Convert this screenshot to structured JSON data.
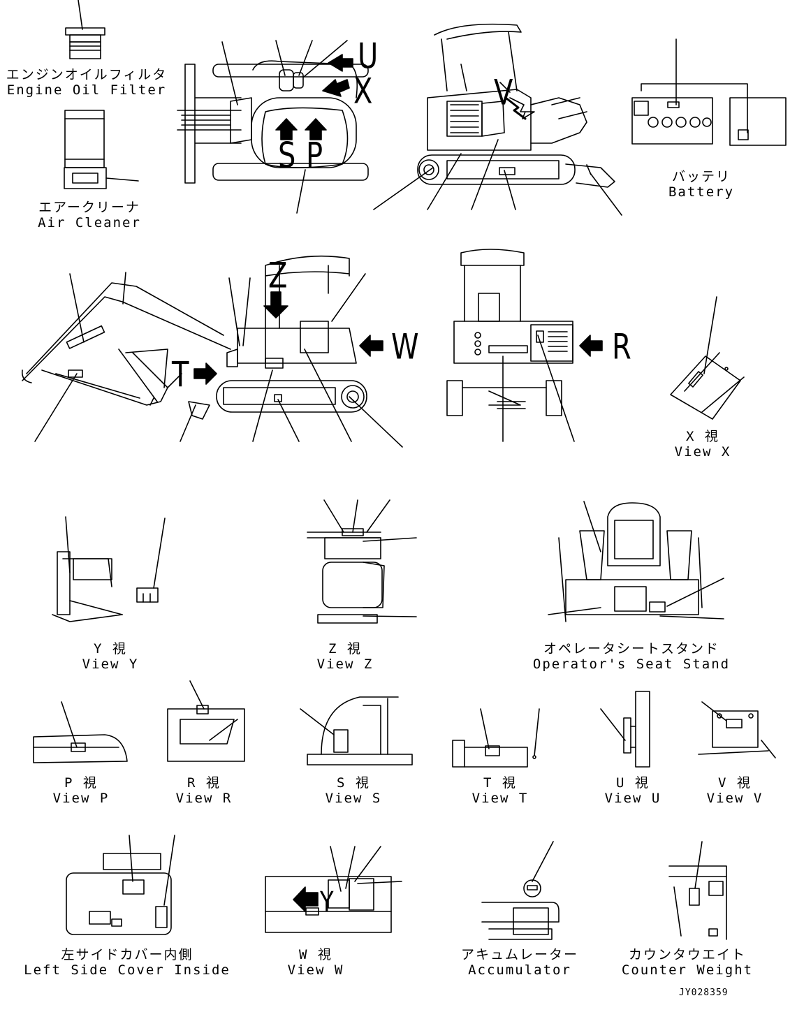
{
  "diagram": {
    "views": [
      {
        "id": "oil_filter",
        "jp": "エンジンオイルフィルタ",
        "en": "Engine Oil Filter"
      },
      {
        "id": "air_cleaner",
        "jp": "エアークリーナ",
        "en": "Air Cleaner"
      },
      {
        "id": "battery",
        "jp": "バッテリ",
        "en": "Battery"
      },
      {
        "id": "view_x",
        "jp": "X 視",
        "en": "View X"
      },
      {
        "id": "view_y",
        "jp": "Y 視",
        "en": "View Y"
      },
      {
        "id": "view_z",
        "jp": "Z 視",
        "en": "View Z"
      },
      {
        "id": "seat_stand",
        "jp": "オペレータシートスタンド",
        "en": "Operator's Seat Stand"
      },
      {
        "id": "view_p",
        "jp": "P 視",
        "en": "View P"
      },
      {
        "id": "view_r",
        "jp": "R 視",
        "en": "View R"
      },
      {
        "id": "view_s",
        "jp": "S 視",
        "en": "View S"
      },
      {
        "id": "view_t",
        "jp": "T 視",
        "en": "View T"
      },
      {
        "id": "view_u",
        "jp": "U 視",
        "en": "View U"
      },
      {
        "id": "view_v",
        "jp": "V 視",
        "en": "View V"
      },
      {
        "id": "left_cover",
        "jp": "左サイドカバー内側",
        "en": "Left Side Cover Inside"
      },
      {
        "id": "view_w",
        "jp": "W 視",
        "en": "View W"
      },
      {
        "id": "accumulator",
        "jp": "アキュムレーター",
        "en": "Accumulator"
      },
      {
        "id": "counterweight",
        "jp": "カウンタウエイト",
        "en": "Counter Weight"
      }
    ],
    "view_letters": {
      "u": "U",
      "x": "X",
      "s": "S",
      "p": "P",
      "v": "V",
      "z": "Z",
      "w": "W",
      "t": "T",
      "r": "R",
      "y": "Y"
    },
    "doc_id": "JY028359"
  }
}
